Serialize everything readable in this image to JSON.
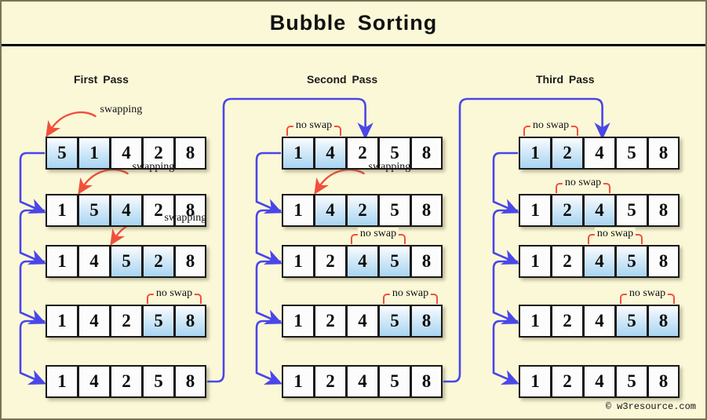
{
  "title": "Bubble  Sorting",
  "watermark": "© w3resource.com",
  "colors": {
    "background": "#fbf8d8",
    "frame_border": "#7a7455",
    "cell_fill": "#fcfcfc",
    "cell_highlight": "#bedff5",
    "cell_border": "#1a1a1a",
    "annotation_red": "#f0503c",
    "flow_arrow_blue": "#4a46e8",
    "text": "#111111"
  },
  "labels": {
    "swapping": "swapping",
    "no_swap": "no swap"
  },
  "passes": [
    {
      "header": "First  Pass",
      "rows": [
        {
          "values": [
            "5",
            "1",
            "4",
            "2",
            "8"
          ],
          "highlight": [
            0,
            1
          ],
          "annotation": "swapping",
          "annotation_span": [
            0,
            1
          ]
        },
        {
          "values": [
            "1",
            "5",
            "4",
            "2",
            "8"
          ],
          "highlight": [
            1,
            2
          ],
          "annotation": "swapping",
          "annotation_span": [
            1,
            2
          ]
        },
        {
          "values": [
            "1",
            "4",
            "5",
            "2",
            "8"
          ],
          "highlight": [
            2,
            3
          ],
          "annotation": "swapping",
          "annotation_span": [
            2,
            3
          ]
        },
        {
          "values": [
            "1",
            "4",
            "2",
            "5",
            "8"
          ],
          "highlight": [
            3,
            4
          ],
          "annotation": "no swap",
          "annotation_span": [
            3,
            4
          ]
        },
        {
          "values": [
            "1",
            "4",
            "2",
            "5",
            "8"
          ],
          "highlight": [],
          "annotation": null,
          "annotation_span": null
        }
      ]
    },
    {
      "header": "Second  Pass",
      "rows": [
        {
          "values": [
            "1",
            "4",
            "2",
            "5",
            "8"
          ],
          "highlight": [
            0,
            1
          ],
          "annotation": "no swap",
          "annotation_span": [
            0,
            1
          ]
        },
        {
          "values": [
            "1",
            "4",
            "2",
            "5",
            "8"
          ],
          "highlight": [
            1,
            2
          ],
          "annotation": "swapping",
          "annotation_span": [
            1,
            2
          ]
        },
        {
          "values": [
            "1",
            "2",
            "4",
            "5",
            "8"
          ],
          "highlight": [
            2,
            3
          ],
          "annotation": "no swap",
          "annotation_span": [
            2,
            3
          ]
        },
        {
          "values": [
            "1",
            "2",
            "4",
            "5",
            "8"
          ],
          "highlight": [
            3,
            4
          ],
          "annotation": "no swap",
          "annotation_span": [
            3,
            4
          ]
        },
        {
          "values": [
            "1",
            "2",
            "4",
            "5",
            "8"
          ],
          "highlight": [],
          "annotation": null,
          "annotation_span": null
        }
      ]
    },
    {
      "header": "Third  Pass",
      "rows": [
        {
          "values": [
            "1",
            "2",
            "4",
            "5",
            "8"
          ],
          "highlight": [
            0,
            1
          ],
          "annotation": "no swap",
          "annotation_span": [
            0,
            1
          ]
        },
        {
          "values": [
            "1",
            "2",
            "4",
            "5",
            "8"
          ],
          "highlight": [
            1,
            2
          ],
          "annotation": "no swap",
          "annotation_span": [
            1,
            2
          ]
        },
        {
          "values": [
            "1",
            "2",
            "4",
            "5",
            "8"
          ],
          "highlight": [
            2,
            3
          ],
          "annotation": "no swap",
          "annotation_span": [
            2,
            3
          ]
        },
        {
          "values": [
            "1",
            "2",
            "4",
            "5",
            "8"
          ],
          "highlight": [
            3,
            4
          ],
          "annotation": "no swap",
          "annotation_span": [
            3,
            4
          ]
        },
        {
          "values": [
            "1",
            "2",
            "4",
            "5",
            "8"
          ],
          "highlight": [],
          "annotation": null,
          "annotation_span": null
        }
      ]
    }
  ]
}
